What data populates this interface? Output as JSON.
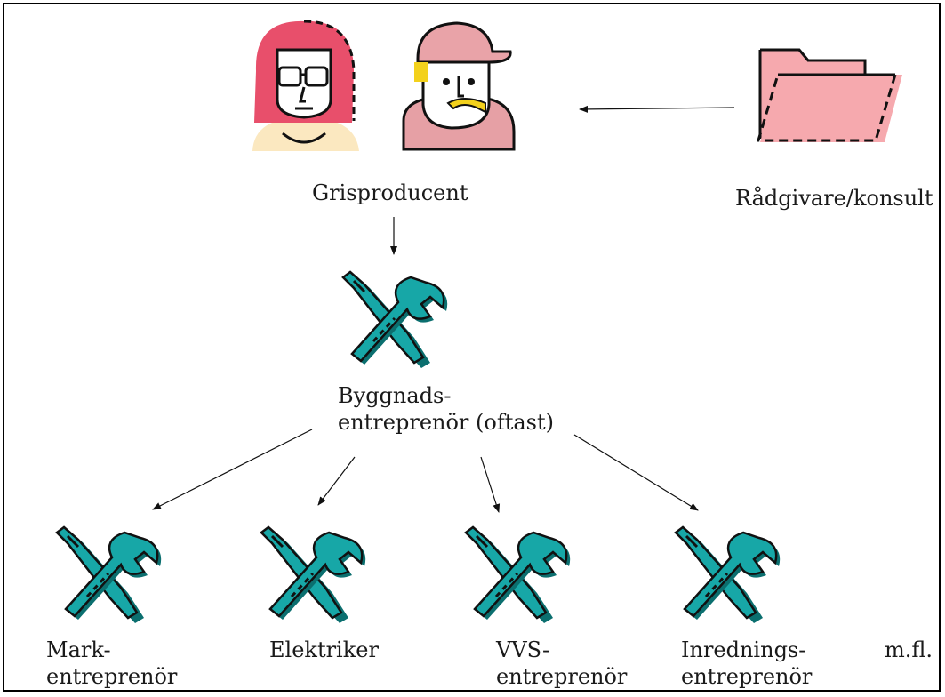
{
  "top": {
    "owner_label": "Grisproducent",
    "advisor_label": "Rådgivare/konsult"
  },
  "middle": {
    "builder_line1": "Byggnads-",
    "builder_line2": "entreprenör (oftast)"
  },
  "bottom": {
    "sub1_line1": "Mark-",
    "sub1_line2": "entreprenör",
    "sub2_line1": "Elektriker",
    "sub3_line1": "VVS-",
    "sub3_line2": "entreprenör",
    "sub4_line1": "Inrednings-",
    "sub4_line2": "entreprenör",
    "more": "m.fl."
  },
  "colors": {
    "tool_fill": "#17a7a7",
    "tool_shadow": "#0b6f6f",
    "hair": "#e84f6b",
    "cap": "#e9a3a8",
    "mustache": "#f3d11c",
    "folder": "#f6a9ae",
    "skin_light": "#fbe8c0"
  },
  "icons": [
    "woman-icon",
    "man-with-cap-icon",
    "folder-icon",
    "tools-icon"
  ]
}
